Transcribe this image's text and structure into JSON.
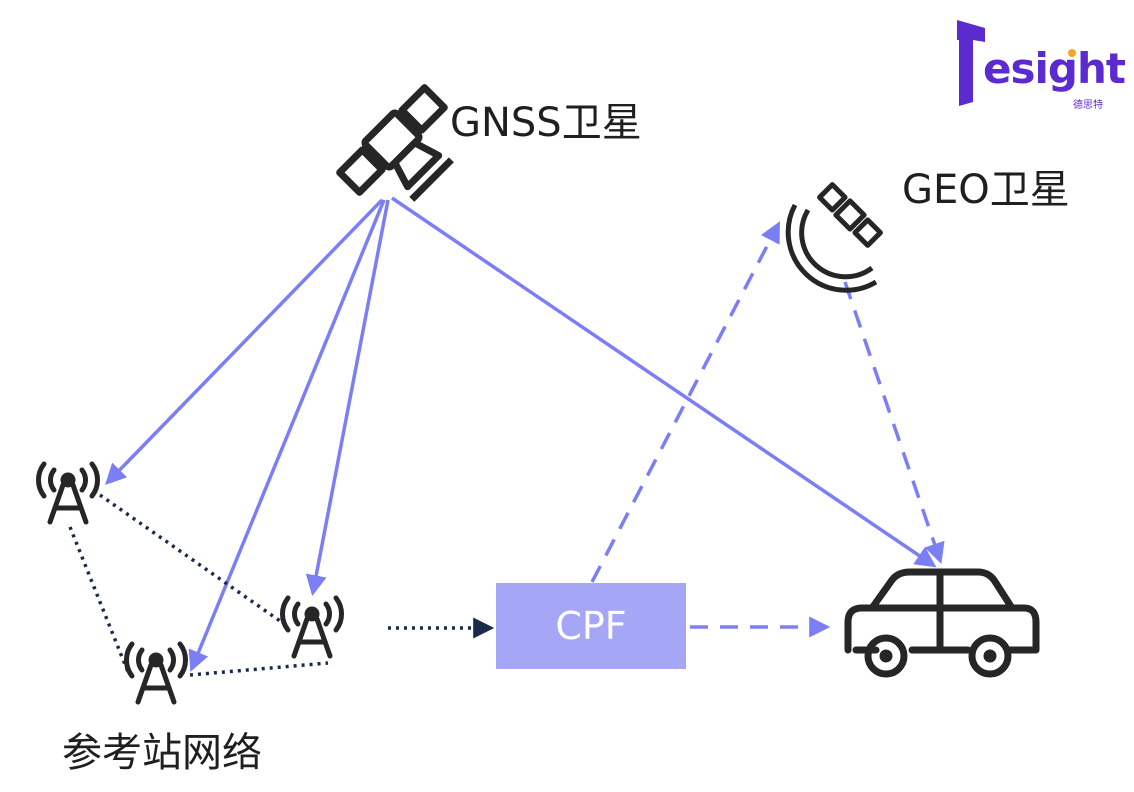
{
  "labels": {
    "gnss": "GNSS卫星",
    "geo": "GEO卫星",
    "reference_network": "参考站网络",
    "cpf": "CPF"
  },
  "logo": {
    "text": "esight",
    "sub": "德思特",
    "accent": "#f5a623",
    "color": "#5b2bd0"
  },
  "colors": {
    "arrow_solid": "#7b7ef5",
    "arrow_dashed": "#7b7ef5",
    "dotted_link": "#1a2a4a",
    "cpf_fill": "#a5a6f6",
    "icon_stroke": "#262626"
  },
  "icons": {
    "gnss": "satellite-icon",
    "geo": "geo-satellite-icon",
    "stations": "radio-tower-icon",
    "vehicle": "car-icon"
  }
}
